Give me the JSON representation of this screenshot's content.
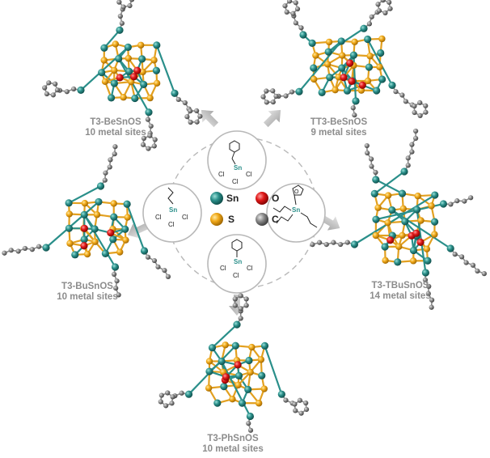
{
  "colors": {
    "tin": "#2a8f8a",
    "sulfur": "#f0a818",
    "oxygen": "#e01818",
    "carbon": "#8a8a8a",
    "caption": "#8c8c8c",
    "arrow": "#c8c8c8",
    "circle_stroke": "#b8b8b8"
  },
  "legend": {
    "items": [
      {
        "symbol": "Sn",
        "color": "#2a8f8a"
      },
      {
        "symbol": "O",
        "color": "#e01818"
      },
      {
        "symbol": "S",
        "color": "#f0a818"
      },
      {
        "symbol": "C",
        "color": "#8a8a8a"
      }
    ]
  },
  "precursors": {
    "top": {
      "sn": "Sn",
      "cl": "Cl"
    },
    "left": {
      "sn": "Sn",
      "cl": "Cl"
    },
    "right": {
      "sn": "Sn",
      "o": "O"
    },
    "bottom": {
      "sn": "Sn",
      "cl": "Cl"
    }
  },
  "clusters": [
    {
      "name": "T3-BeSnOS",
      "sites": "10 metal sites"
    },
    {
      "name": "TT3-BeSnOS",
      "sites": "9 metal sites"
    },
    {
      "name": "T3-BuSnOS",
      "sites": "10 metal sites"
    },
    {
      "name": "T3-TBuSnOS",
      "sites": "14 metal sites"
    },
    {
      "name": "T3-PhSnOS",
      "sites": "10 metal sites"
    }
  ]
}
